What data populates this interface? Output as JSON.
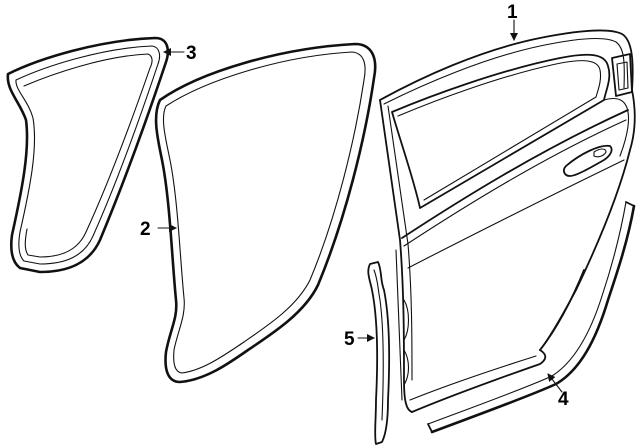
{
  "callouts": [
    {
      "id": "1",
      "text": "1"
    },
    {
      "id": "2",
      "text": "2"
    },
    {
      "id": "3",
      "text": "3"
    },
    {
      "id": "4",
      "text": "4"
    },
    {
      "id": "5",
      "text": "5"
    }
  ],
  "colors": {
    "line": "#111111",
    "background": "#ffffff"
  }
}
